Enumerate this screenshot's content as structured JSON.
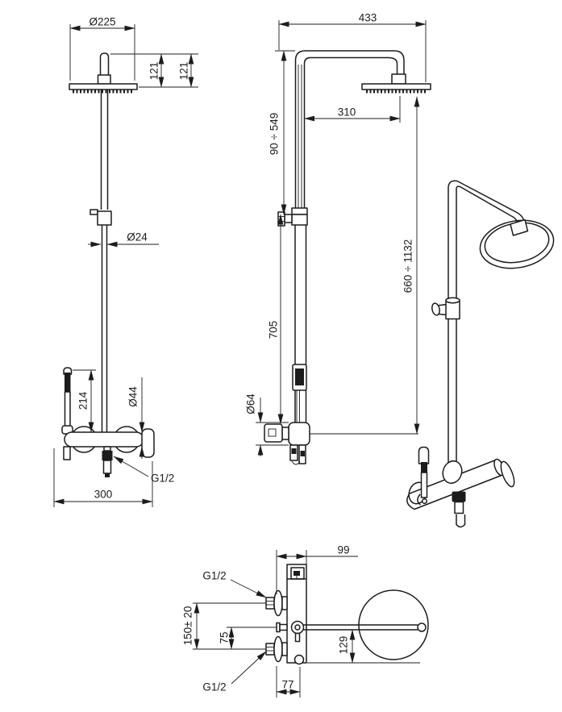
{
  "colors": {
    "ink": "#1c1c1c",
    "paper": "#ffffff"
  },
  "front_view": {
    "head_diameter": "Ø225",
    "head_offset_a": "121",
    "head_offset_b": "121",
    "column_diameter": "Ø24",
    "handshower_length": "214",
    "body_diameter": "Ø44",
    "outlet_thread": "G1/2",
    "body_width": "300"
  },
  "side_view": {
    "arm_reach_total": "433",
    "arm_reach_center": "310",
    "upper_column_range": "90 ÷ 549",
    "lower_column_length": "705",
    "overall_height_range": "660 ÷ 1132",
    "escutcheon_diameter": "Ø64"
  },
  "plan_view": {
    "depth_total": "99",
    "inlet_thread_top": "G1/2",
    "inlet_thread_bottom": "G1/2",
    "inlet_spacing": "150± 20",
    "outlet_offset": "75",
    "head_center_offset": "129",
    "outlet_depth": "77"
  }
}
